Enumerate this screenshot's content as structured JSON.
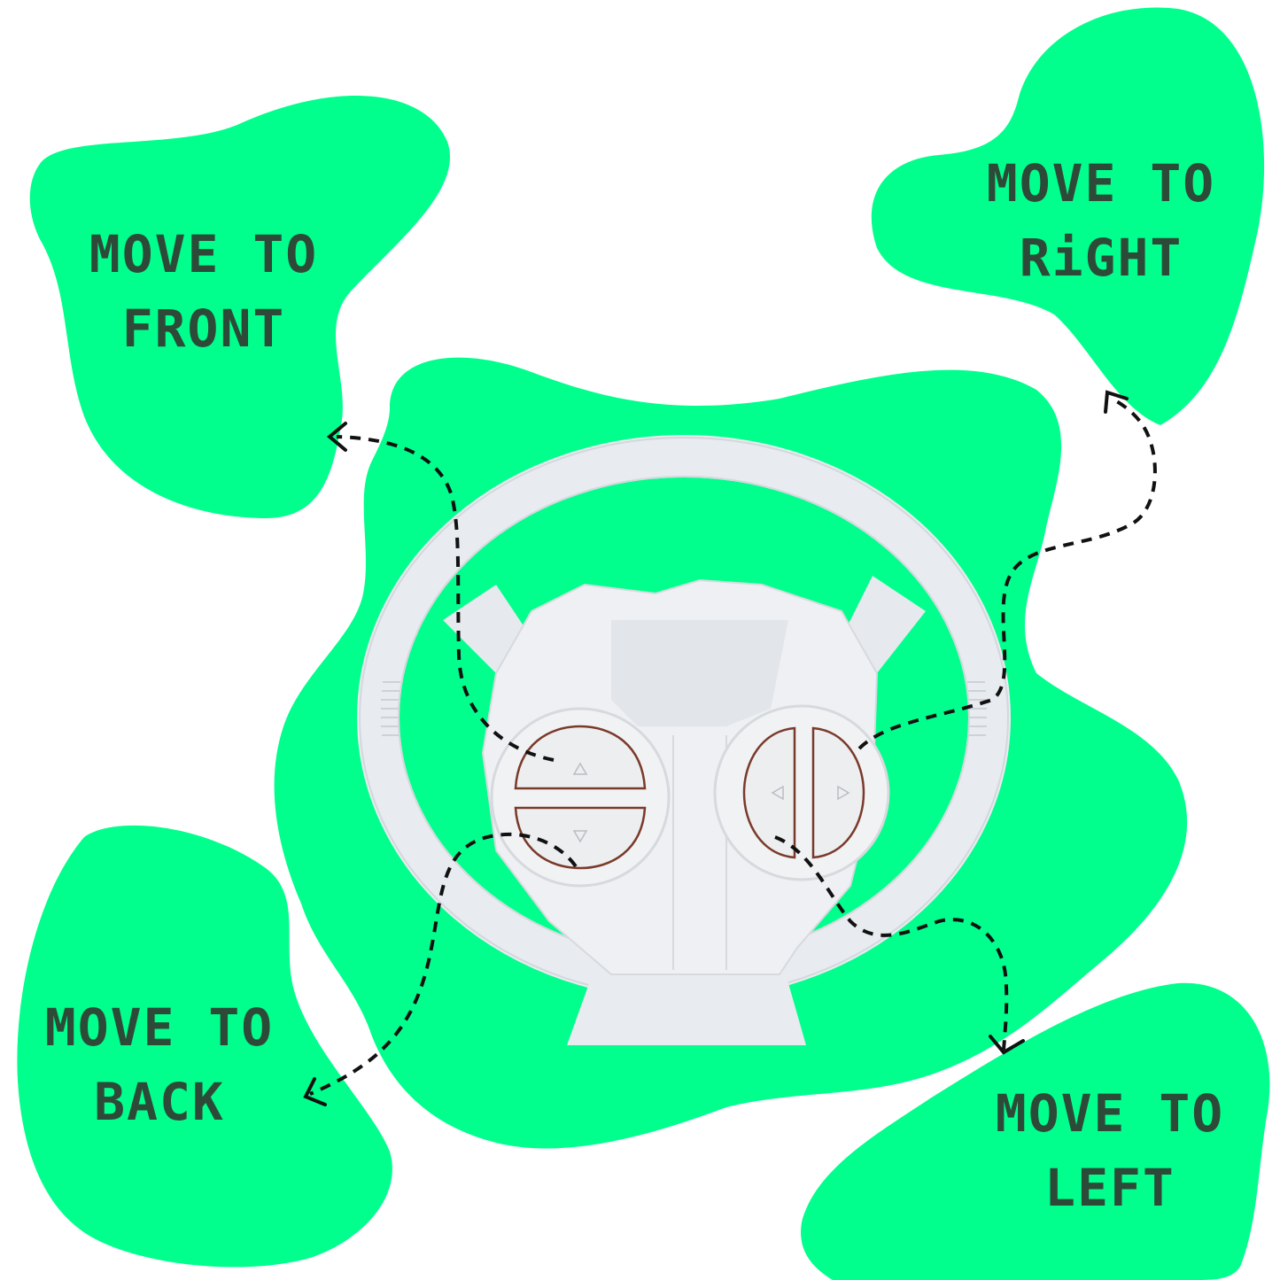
{
  "colors": {
    "blob": "#00ff8c",
    "text": "#2d4a38",
    "wheel": "#eceff3",
    "wheel_shadow": "#cfd4da",
    "button_line": "#7a3a2a",
    "dashes": "#111111"
  },
  "labels": [
    {
      "id": "front",
      "line1": "MOVE TO",
      "line2": "FRONT"
    },
    {
      "id": "right",
      "line1": "MOVE TO",
      "line2": "RiGHT"
    },
    {
      "id": "back",
      "line1": "MOVE TO",
      "line2": "BACK"
    },
    {
      "id": "left",
      "line1": "MOVE TO",
      "line2": "LEFT"
    }
  ],
  "device": {
    "name": "steering-wheel-remote",
    "left_button": {
      "up_icon": "triangle-up",
      "down_icon": "triangle-down"
    },
    "right_button": {
      "left_icon": "triangle-left",
      "right_icon": "triangle-right"
    }
  }
}
